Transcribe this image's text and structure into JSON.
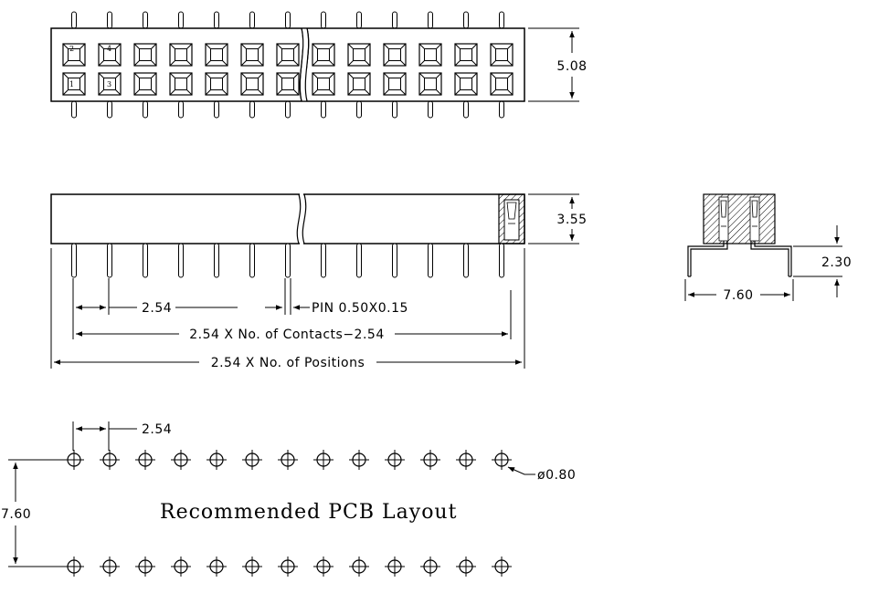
{
  "top_view": {
    "dim_height": "5.08",
    "pin_numbers": [
      "2",
      "4",
      "1",
      "3"
    ]
  },
  "side_view": {
    "dim_height": "3.55",
    "dim_pitch": "2.54",
    "pin_label": "PIN  0.50X0.15",
    "dim_contacts": "2.54  X  No.  of  Contacts−2.54",
    "dim_positions": "2.54  X  No.  of  Positions"
  },
  "end_view": {
    "dim_width": "7.60",
    "dim_offset": "2.30"
  },
  "pcb_layout": {
    "title": "Recommended  PCB  Layout",
    "dim_pitch": "2.54",
    "dim_row_spacing": "7.60",
    "dim_hole": "ø0.80"
  }
}
